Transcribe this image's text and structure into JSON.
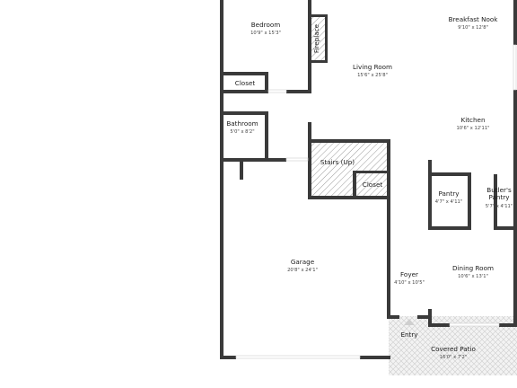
{
  "colors": {
    "wall": "#3a3a3a",
    "hatch": "#9a9a9a",
    "background": "#ffffff",
    "patio_pattern": "#c8c8c8"
  },
  "rooms": [
    {
      "id": "bedroom",
      "name": "Bedroom",
      "dims": "10'9\" x 15'3\""
    },
    {
      "id": "fireplace",
      "name": "Fireplace",
      "dims": ""
    },
    {
      "id": "living-room",
      "name": "Living Room",
      "dims": "15'6\" x 25'8\""
    },
    {
      "id": "breakfast-nook",
      "name": "Breakfast Nook",
      "dims": "9'10\" x 12'8\""
    },
    {
      "id": "closet-1",
      "name": "Closet",
      "dims": ""
    },
    {
      "id": "bathroom",
      "name": "Bathroom",
      "dims": "5'0\" x 8'2\""
    },
    {
      "id": "kitchen",
      "name": "Kitchen",
      "dims": "10'6\" x 12'11\""
    },
    {
      "id": "stairs",
      "name": "Stairs (Up)",
      "dims": ""
    },
    {
      "id": "closet-2",
      "name": "Closet",
      "dims": ""
    },
    {
      "id": "pantry",
      "name": "Pantry",
      "dims": "4'7\" x 4'11\""
    },
    {
      "id": "butlers-pantry",
      "name": "Butler's Pantry",
      "dims": "5'7\" x 4'11\""
    },
    {
      "id": "garage",
      "name": "Garage",
      "dims": "20'8\" x 24'1\""
    },
    {
      "id": "foyer",
      "name": "Foyer",
      "dims": "4'10\" x 10'5\""
    },
    {
      "id": "dining-room",
      "name": "Dining Room",
      "dims": "10'6\" x 13'1\""
    },
    {
      "id": "entry",
      "name": "Entry",
      "dims": ""
    },
    {
      "id": "covered-patio",
      "name": "Covered Patio",
      "dims": "16'0\" x 7'2\""
    }
  ]
}
